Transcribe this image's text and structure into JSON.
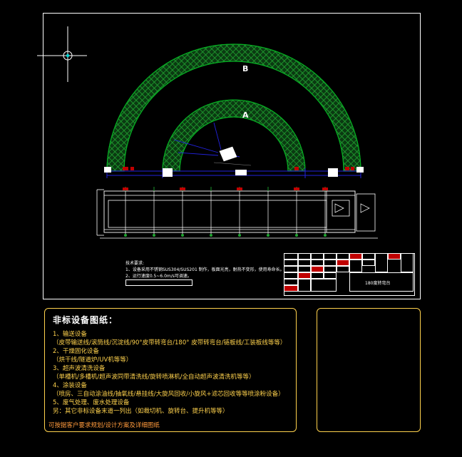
{
  "drawing": {
    "labels": {
      "arc_outer": "B",
      "arc_inner": "A"
    },
    "spec_notes": {
      "heading": "技术要求:",
      "lines": [
        "1、设备采用不锈钢SUS304/SUS201 制作，板面光亮，耐热不变形，使用寿命长。",
        "2、运行速度0.5~6.0m/s可调速。"
      ],
      "bar_text": ""
    },
    "title_block": {
      "drawing_name": "180度转弯台"
    }
  },
  "notes_panel": {
    "title": "非标设备图纸：",
    "items": [
      "1、输送设备",
      "（皮带输送线/滚筒线/沉淀线/90°皮带转弯台/180° 皮带转弯台/链板线/工装板线等等）",
      "2、干燥固化设备",
      "（烘干线/隧道炉/UV机等等）",
      "3、超声波清洗设备",
      "（单槽机/多槽机/超声波同带清洗线/旋转喷淋机/全自动超声波清洗机等等）",
      "4、涂装设备",
      "（喷房、三自动涂油线/抽氧线/悬挂线/大旋风回收/小旋风+滤芯回收等等喷涂粉设备）",
      "5、废气处理、废水处理设备",
      "另：其它非标设备末道一列出（如裁切机、旋转台、提升机等等）"
    ],
    "footer": "可按据客户要求规划/设计方案及详细图纸"
  },
  "colors": {
    "frame": "#ffffff",
    "note_border": "#ffd24d",
    "note_text": "#ffd24d",
    "footer_text": "#ff9a3c",
    "arc_fill": "#1f9e2f",
    "arc_hatch": "#1f9e2f",
    "blue": "#2222dd",
    "red": "#c00000",
    "cyan": "#00d8d8",
    "white": "#ffffff"
  }
}
